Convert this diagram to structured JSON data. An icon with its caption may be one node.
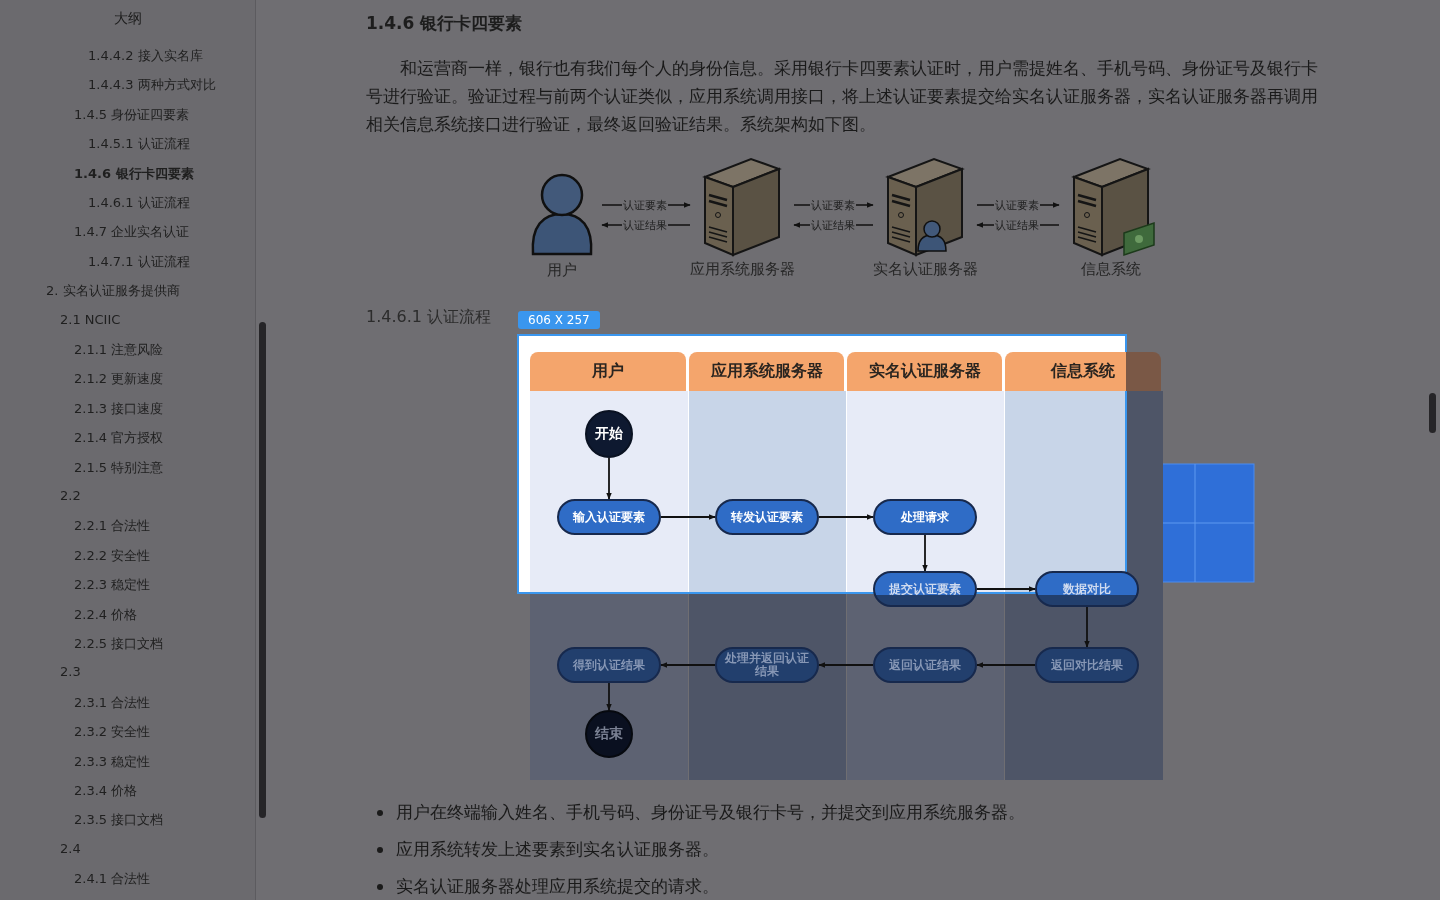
{
  "diagram": {
    "nodes": [
      {
        "text": [
          "用户"
        ]
      },
      {
        "text": [
          "应用系统服务器"
        ]
      },
      {
        "text": [
          "实名认证服务器"
        ]
      },
      {
        "text": [
          "信息系统"
        ]
      },
      {
        "text": [
          "用户"
        ]
      },
      {
        "text": [
          "应用系统服务器"
        ]
      },
      {
        "text": [
          "实名认证服务器"
        ]
      },
      {
        "text": [
          "信息系统"
        ]
      },
      {
        "text": [
          "开始"
        ],
        "in": 4
      },
      {
        "text": [
          "输入认证要素"
        ],
        "in": 4
      },
      {
        "text": [
          "转发认证要素"
        ],
        "in": 5
      },
      {
        "text": [
          "处理请求"
        ],
        "in": 6
      },
      {
        "text": [
          "提交认证要素"
        ],
        "in": 6
      },
      {
        "text": [
          "数据对比"
        ],
        "in": 7
      },
      {
        "text": [
          "返回对比结果"
        ],
        "in": 7
      },
      {
        "text": [
          "返回认证结果"
        ],
        "in": 6
      },
      {
        "text": [
          "处理并返回认证结果"
        ],
        "in": 5
      },
      {
        "text": [
          "得到认证结果"
        ],
        "in": 4
      },
      {
        "text": [
          "结束"
        ],
        "in": 4
      }
    ],
    "edges": [
      {
        "from": 0,
        "to": 1,
        "arrow": "to",
        "label": "认证要素"
      },
      {
        "from": 1,
        "to": 0,
        "arrow": "to",
        "label": "认证结果"
      },
      {
        "from": 1,
        "to": 2,
        "arrow": "to",
        "label": "认证要素"
      },
      {
        "from": 2,
        "to": 1,
        "arrow": "to",
        "label": "认证结果"
      },
      {
        "from": 2,
        "to": 3,
        "arrow": "to",
        "label": "认证要素"
      },
      {
        "from": 3,
        "to": 2,
        "arrow": "to",
        "label": "认证结果"
      },
      {
        "from": 8,
        "to": 9,
        "arrow": "to"
      },
      {
        "from": 9,
        "to": 10,
        "arrow": "to"
      },
      {
        "from": 10,
        "to": 11,
        "arrow": "to"
      },
      {
        "from": 11,
        "to": 12,
        "arrow": "to"
      },
      {
        "from": 12,
        "to": 13,
        "arrow": "to"
      },
      {
        "from": 13,
        "to": 14,
        "arrow": "to"
      },
      {
        "from": 14,
        "to": 15,
        "arrow": "to"
      },
      {
        "from": 15,
        "to": 16,
        "arrow": "to"
      },
      {
        "from": 16,
        "to": 17,
        "arrow": "to"
      },
      {
        "from": 17,
        "to": 18,
        "arrow": "to"
      }
    ],
    "labels": [
      "大纲",
      "1.4.4.2 接入实名库",
      "1.4.4.3 两种方式对比",
      "1.4.5 身份证四要素",
      "1.4.5.1 认证流程",
      "1.4.6 银行卡四要素",
      "1.4.6.1 认证流程",
      "1.4.7 企业实名认证",
      "1.4.7.1 认证流程",
      "2. 实名认证服务提供商",
      "2.1 NCIIC",
      "2.1.1 注意风险",
      "2.1.2 更新速度",
      "2.1.3 接口速度",
      "2.1.4 官方授权",
      "2.1.5 特别注意",
      "2.2",
      "2.2.1 合法性",
      "2.2.2 安全性",
      "2.2.3 稳定性",
      "2.2.4 价格",
      "2.2.5 接口文档",
      "2.3",
      "2.3.1 合法性",
      "2.3.2 安全性",
      "2.3.3 稳定性",
      "2.3.4 价格",
      "2.3.5 接口文档",
      "2.4",
      "2.4.1 合法性",
      "1.4.6 银行卡四要素",
      "和运营商一样，银行也有我们每个人的身份信息。采用银行卡四要素认证时，用户需提姓名、手机号码、身份证号及银行卡号进行验证。验证过程与前两个认证类似，应用系统调用接口，将上述认证要素提交给实名认证服务器，实名认证服务器再调用相关信息系统接口进行验证，最终返回验证结果。系统架构如下图。",
      "1.4.6.1 认证流程",
      "606 X 257",
      "用户在终端输入姓名、手机号码、身份证号及银行卡号，并提交到应用系统服务器。",
      "应用系统转发上述要素到实名认证服务器。",
      "实名认证服务器处理应用系统提交的请求。"
    ]
  }
}
